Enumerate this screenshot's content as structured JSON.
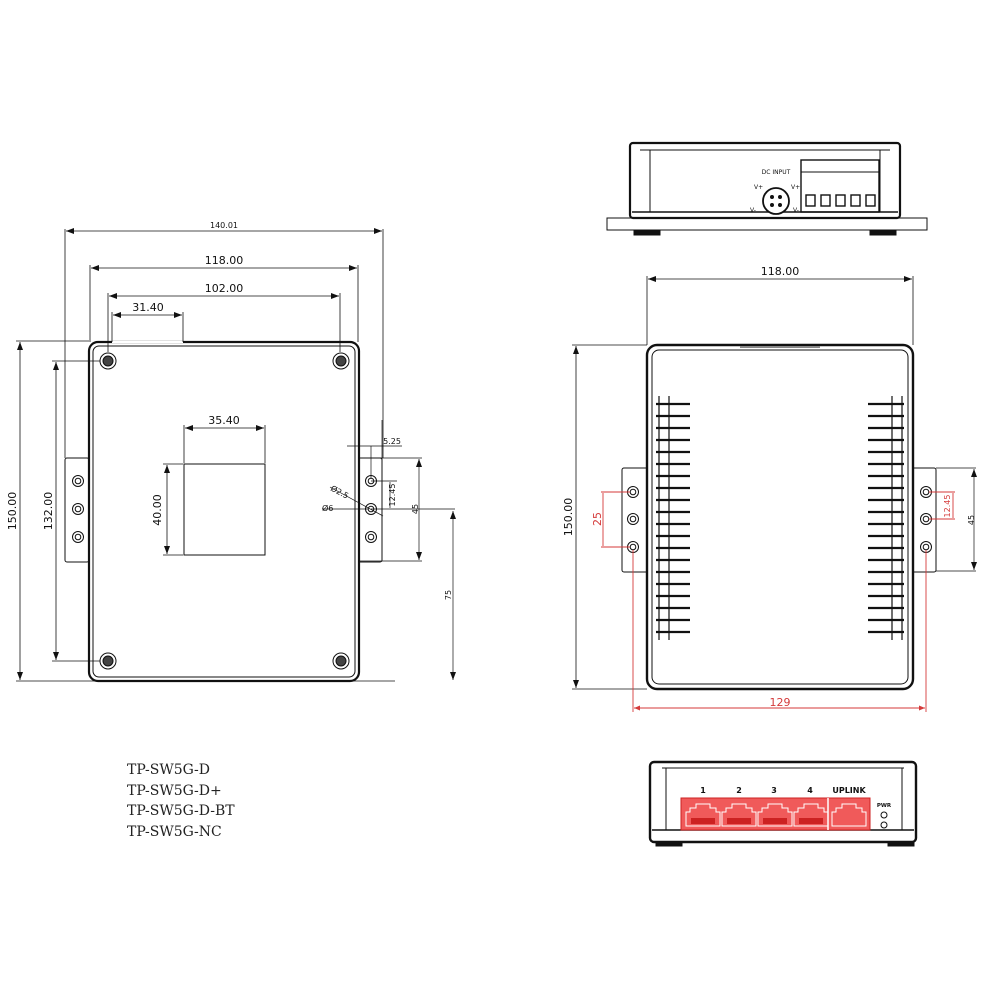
{
  "drawing": {
    "bottom_view": {
      "dimensions": {
        "overall_width_with_ears": "140.01",
        "body_width": "118.00",
        "screw_spacing_x": "102.00",
        "offset_x": "31.40",
        "label_width": "35.40",
        "label_height": "40.00",
        "body_height": "150.00",
        "screw_spacing_y": "132.00",
        "ear_offset": "5.25",
        "hole_pitch": "12.45",
        "ear_height": "45",
        "hole_inner_dia": "Ø2.5",
        "hole_outer_dia": "Ø6",
        "ear_center_height": "75"
      }
    },
    "rear_view": {
      "dc_input_label": "DC INPUT",
      "pin_labels": [
        "V+",
        "V-",
        "V+",
        "V-"
      ],
      "terminal_count": 5
    },
    "top_view": {
      "dimensions": {
        "body_width": "118.00",
        "body_height": "150.00",
        "hole_span_red": "25",
        "hole_pitch_red": "12.45",
        "ear_height": "45",
        "overall_width_red": "129"
      }
    },
    "front_view": {
      "ports": [
        "1",
        "2",
        "3",
        "4",
        "UPLINK"
      ],
      "led_label": "PWR"
    },
    "colors": {
      "line": "#111111",
      "accent_red": "#d43a3a",
      "port_fill": "#f05a5a"
    }
  },
  "models": [
    "TP-SW5G-D",
    "TP-SW5G-D+",
    "TP-SW5G-D-BT",
    "TP-SW5G-NC"
  ]
}
